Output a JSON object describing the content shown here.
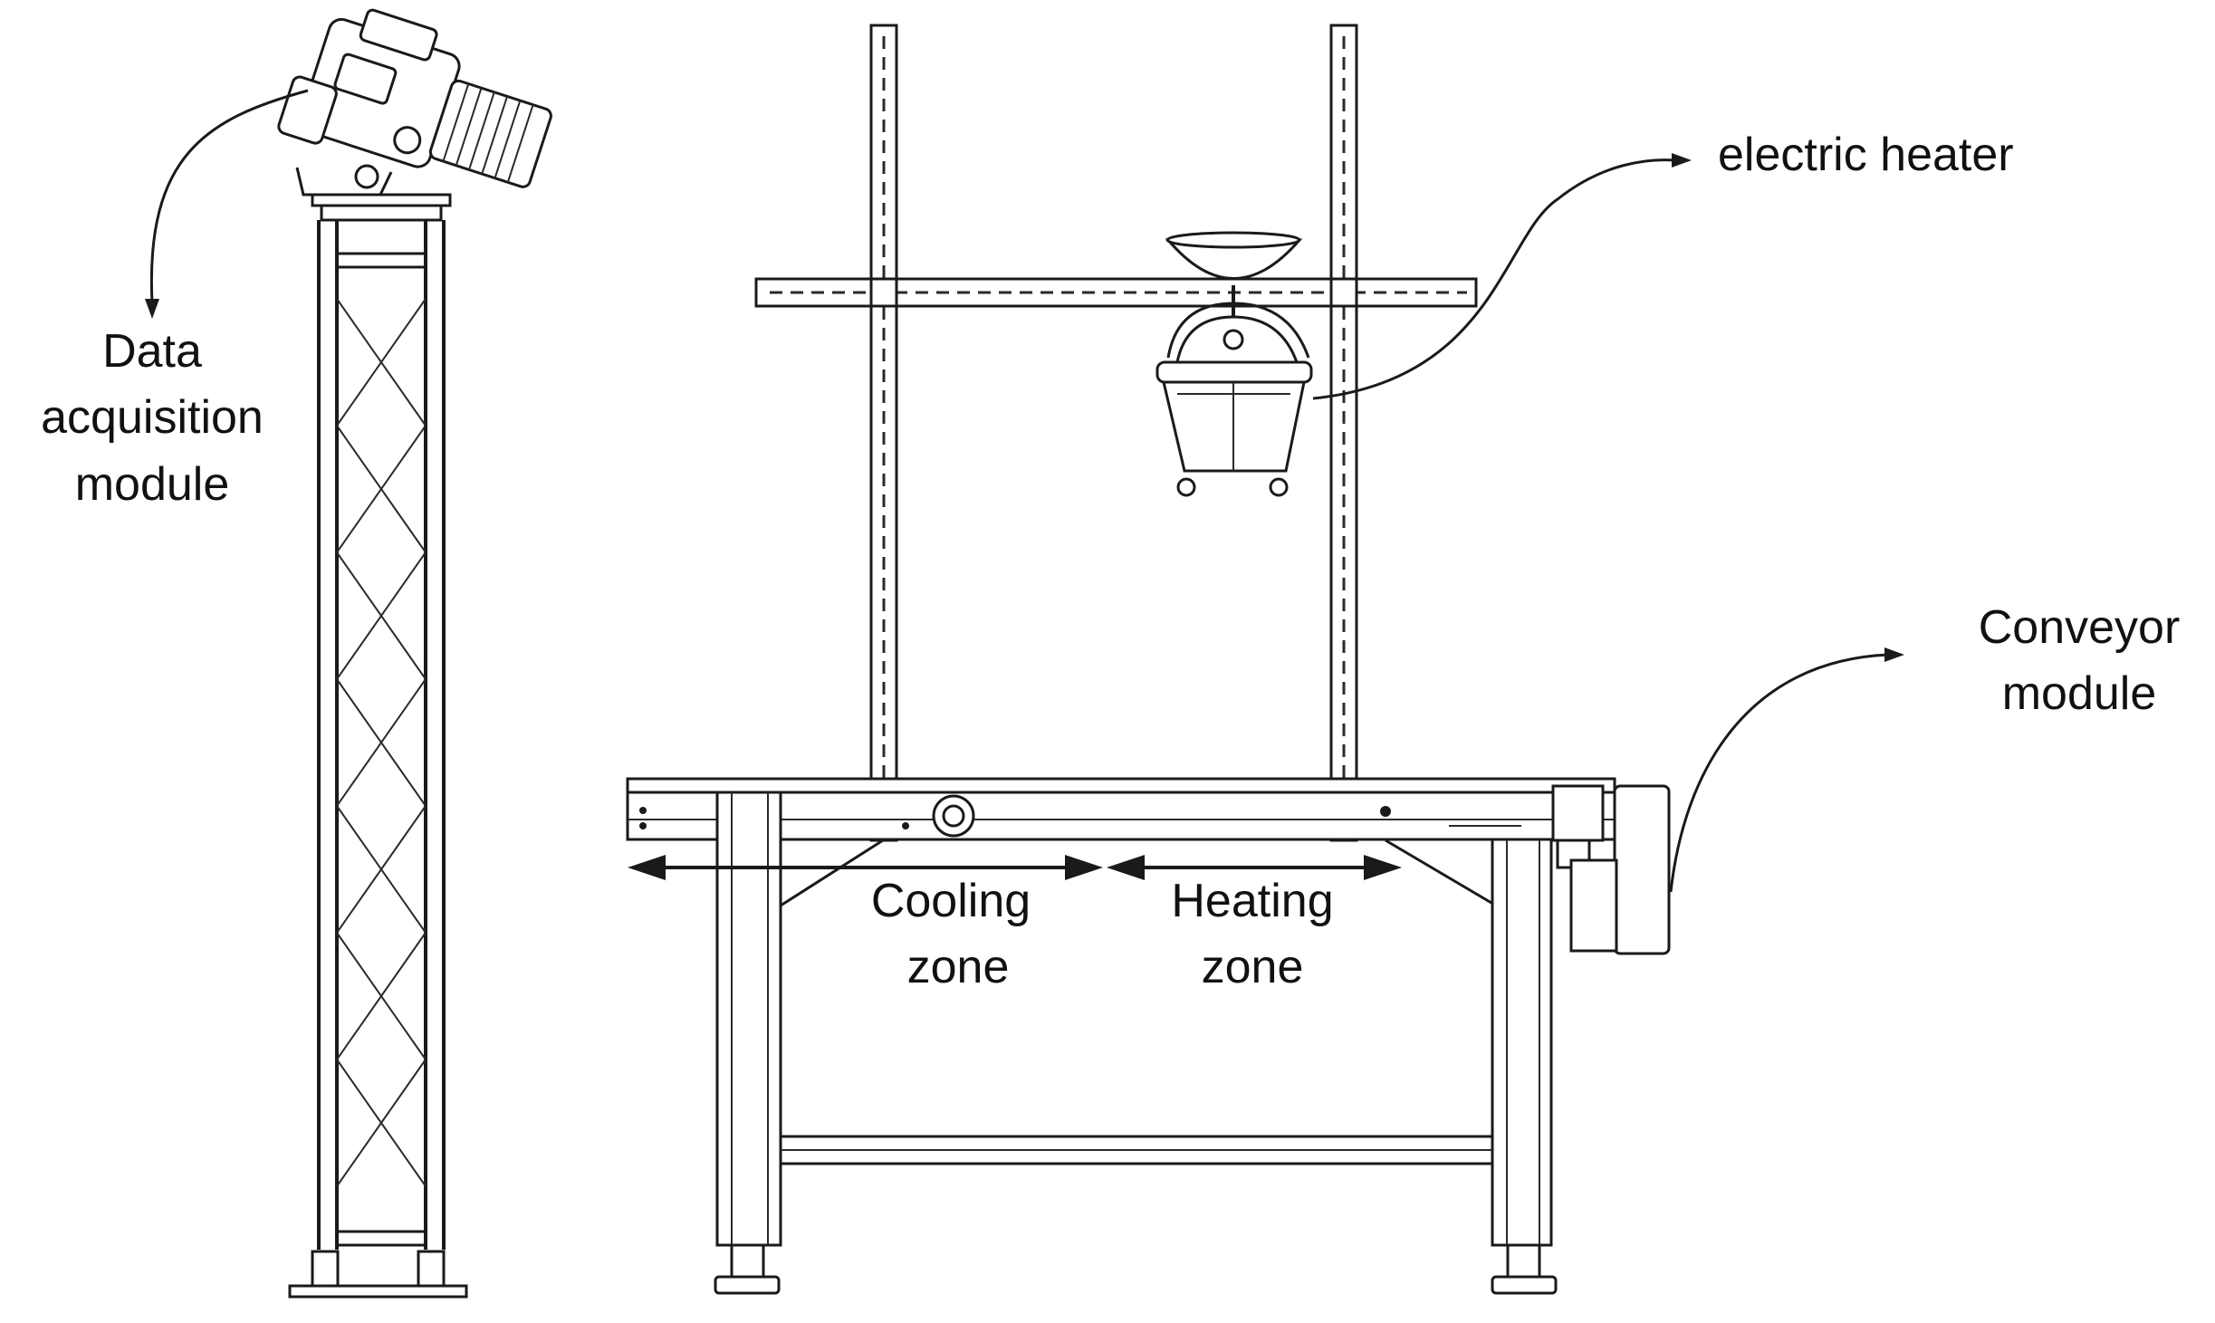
{
  "labels": {
    "data_acquisition": [
      "Data",
      "acquisition",
      "module"
    ],
    "electric_heater": "electric heater",
    "conveyor": [
      "Conveyor",
      "module"
    ],
    "cooling_zone": [
      "Cooling",
      "zone"
    ],
    "heating_zone": [
      "Heating",
      "zone"
    ]
  },
  "colors": {
    "ink": "#1a1a1a",
    "background": "#ffffff"
  },
  "icons": [
    "camera-icon"
  ]
}
